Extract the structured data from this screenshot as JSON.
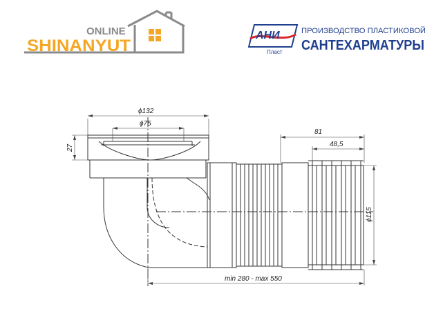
{
  "logo_left": {
    "online": "ONLINE",
    "name": "SHINANYUT",
    "color_text": "#f5a623",
    "color_gray": "#8a8a8a"
  },
  "logo_right": {
    "mark": "АНИ",
    "mark_sub": "Пласт",
    "line1": "ПРОИЗВОДСТВО ПЛАСТИКОВОЙ",
    "line2": "САНТЕХАРМАТУРЫ",
    "color_blue": "#1f3f8f",
    "color_red": "#d8262c"
  },
  "dimensions": {
    "d132": "ϕ132",
    "d75": "ϕ75",
    "h27": "27",
    "l81": "81",
    "l48_5": "48,5",
    "d115": "ϕ115",
    "length_range": "min 280 - max 550"
  }
}
